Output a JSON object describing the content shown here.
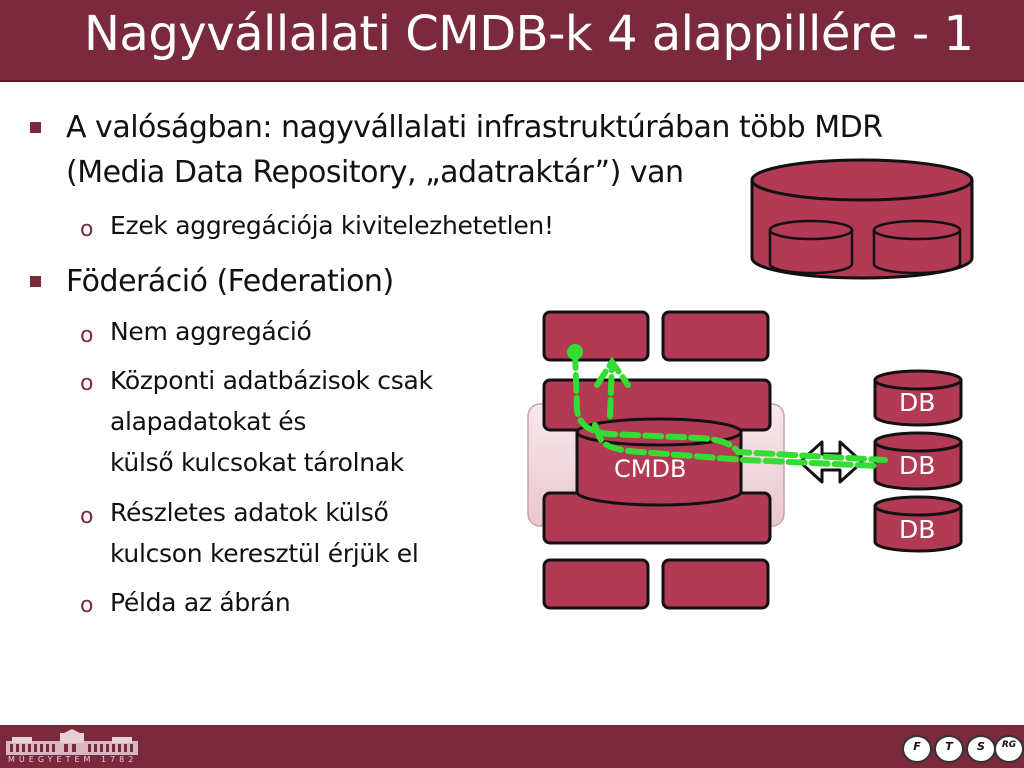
{
  "slide": {
    "title": "Nagyvállalati CMDB-k 4 alappillére - 1"
  },
  "bullets": {
    "b1_line1": "A valóságban: nagyvállalati infrastruktúrában több MDR",
    "b1_line2": "(Media Data Repository, „adatraktár”) van",
    "b1_sub1": "Ezek aggregációja kivitelezhetetlen!",
    "b2": "Föderáció (Federation)",
    "b2_sub1": "Nem aggregáció",
    "b2_sub2_line1": "Központi adatbázisok csak",
    "b2_sub2_line2": "alapadatokat és",
    "b2_sub2_line3": "külső kulcsokat tárolnak",
    "b2_sub3_line1": "Részletes adatok külső",
    "b2_sub3_line2": "kulcson keresztül érjük el",
    "b2_sub4": "Példa az ábrán",
    "sub_marker": "o"
  },
  "diagram": {
    "cmdb_label": "CMDB",
    "db_labels": [
      "DB",
      "DB",
      "DB"
    ]
  },
  "footer": {
    "university": "MŰEGYETEM 1782",
    "logos": [
      "F",
      "T",
      "S",
      "RG"
    ]
  },
  "colors": {
    "brand": "#7a2a3c",
    "shape_fill": "#b33a55",
    "arrow_green": "#33dd33",
    "background": "#ffffff"
  }
}
